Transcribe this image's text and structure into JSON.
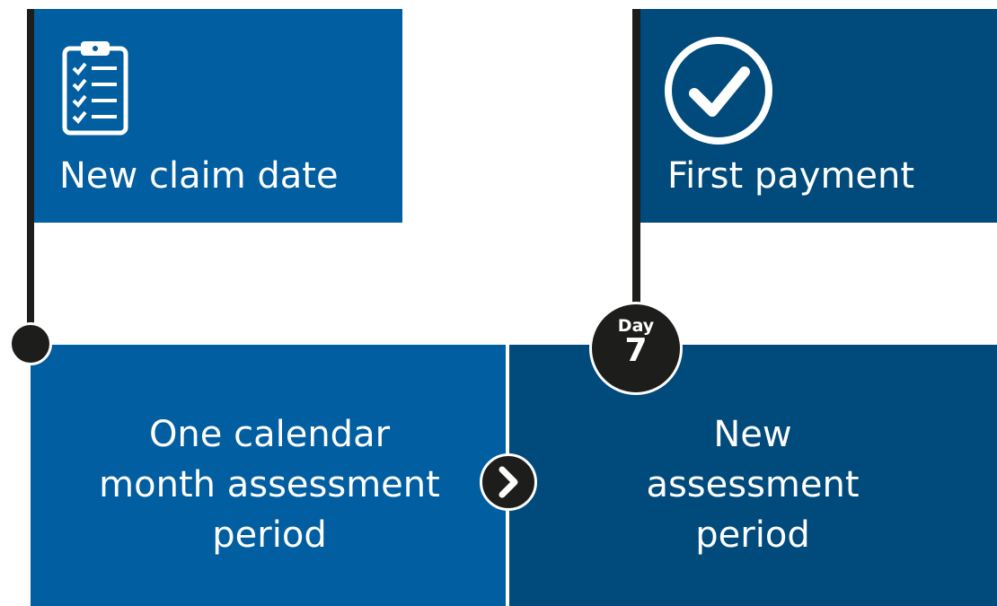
{
  "flags": {
    "new_claim": {
      "label": "New claim date",
      "icon": "clipboard-checklist-icon",
      "color": "#015ea0"
    },
    "first_payment": {
      "label": "First payment",
      "icon": "check-circle-icon",
      "color": "#004a7c"
    }
  },
  "periods": {
    "first": {
      "lines": [
        "One calendar",
        "month assessment",
        "period"
      ],
      "color": "#015ea0"
    },
    "next": {
      "lines": [
        "New",
        "assessment",
        "period"
      ],
      "color": "#004a7c"
    }
  },
  "day_marker": {
    "word": "Day",
    "number": "7"
  },
  "next_arrow_icon": "chevron-right-icon",
  "colors": {
    "pole": "#1d1d1b",
    "divider": "#ffffff"
  }
}
